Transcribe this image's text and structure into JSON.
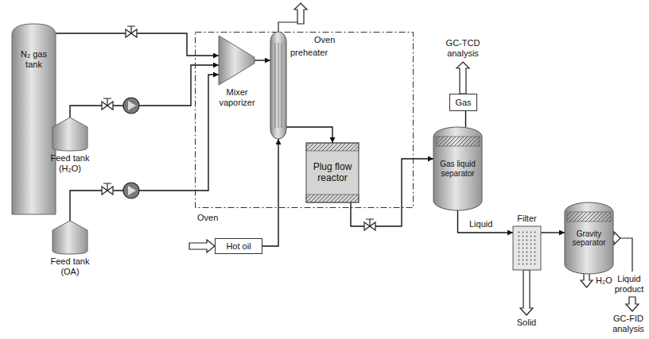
{
  "diagram": {
    "nodes": [
      {
        "text": [
          "N₂ gas tank"
        ]
      },
      {
        "text": [
          "Feed tank (H₂O)"
        ]
      },
      {
        "text": [
          "Feed tank (OA)"
        ]
      },
      {
        "text": [
          "Oven",
          "Oven"
        ]
      },
      {
        "text": [
          "Mixer vaporizer"
        ],
        "in": 3
      },
      {
        "text": [
          "preheater"
        ],
        "in": 3
      },
      {
        "text": [
          "Plug flow reactor"
        ],
        "in": 3
      },
      {
        "text": [
          "Hot oil"
        ]
      },
      {
        "text": [
          "Gas"
        ]
      },
      {
        "text": [
          "Gas liquid separator"
        ]
      },
      {
        "text": [
          "Filter"
        ]
      },
      {
        "text": [
          "Gravity separator"
        ]
      }
    ],
    "edges": [
      {
        "from": 0,
        "to": 4,
        "arrow": "to"
      },
      {
        "from": 1,
        "to": 4,
        "arrow": "to"
      },
      {
        "from": 2,
        "to": 4,
        "arrow": "to"
      },
      {
        "from": 4,
        "to": 5,
        "arrow": "to"
      },
      {
        "from": 5,
        "to": 6,
        "arrow": "to"
      },
      {
        "from": 7,
        "to": 5,
        "arrow": "to"
      },
      {
        "from": 6,
        "to": 9,
        "arrow": "to"
      },
      {
        "from": 9,
        "to": 8,
        "arrow": "none"
      },
      {
        "from": 9,
        "to": 10,
        "label": "Liquid",
        "arrow": "to"
      },
      {
        "from": 10,
        "to": 11,
        "arrow": "to"
      }
    ],
    "labels": [
      "GC-TCD analysis",
      "Solid",
      "H₂O",
      "Liquid product",
      "GC-FID analysis"
    ]
  }
}
